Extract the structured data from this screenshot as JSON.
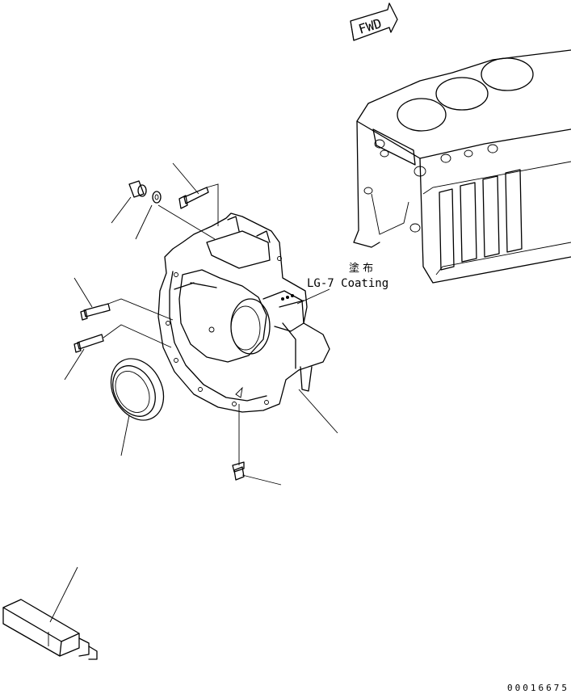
{
  "fwd_label": "FWD",
  "coating": {
    "japanese": "塗 布",
    "english": "LG-7 Coating"
  },
  "drawing_number": "00016675"
}
